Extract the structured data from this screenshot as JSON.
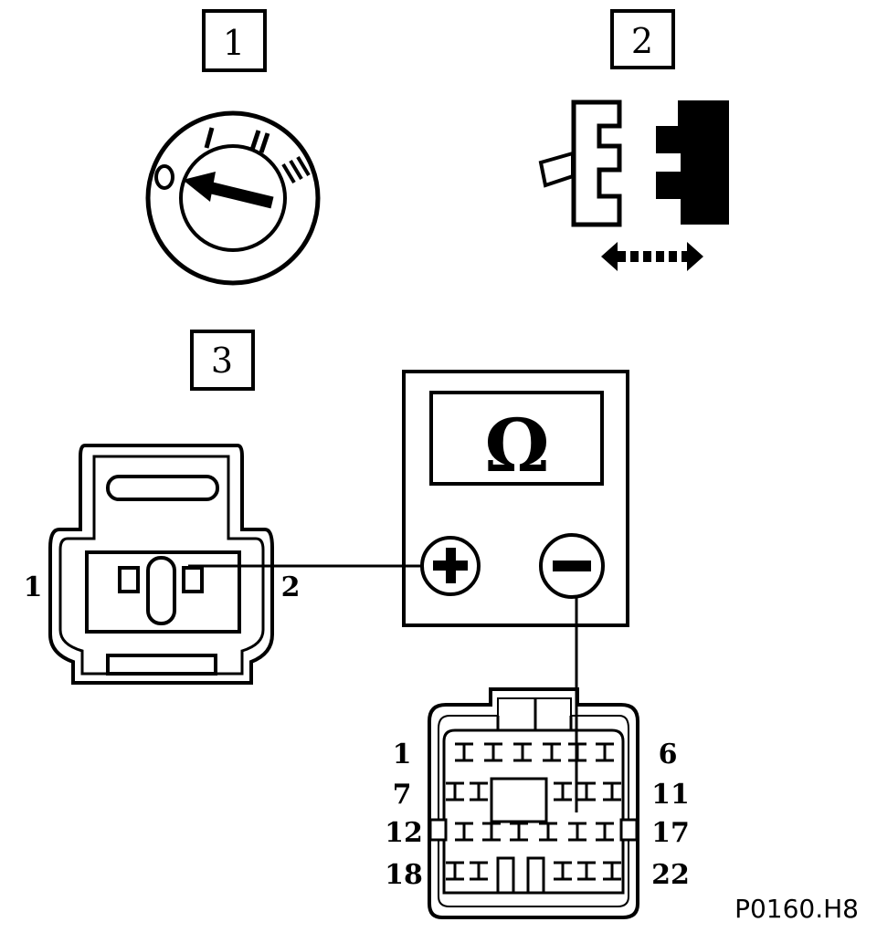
{
  "figure_ref": "P0160.H8",
  "steps": [
    {
      "label": "1"
    },
    {
      "label": "2"
    },
    {
      "label": "3"
    }
  ],
  "ignition_positions": [
    "O",
    "I",
    "II",
    "III"
  ],
  "meter": {
    "symbol": "Ω",
    "positive_symbol": "+",
    "negative_symbol": "−"
  },
  "two_pin_connector": {
    "pin_left": "1",
    "pin_right": "2"
  },
  "multi_pin_connector": {
    "row_labels_left": [
      "1",
      "7",
      "12",
      "18"
    ],
    "row_labels_right": [
      "6",
      "11",
      "17",
      "22"
    ]
  },
  "colors": {
    "ink": "#000000",
    "paper": "#ffffff"
  }
}
